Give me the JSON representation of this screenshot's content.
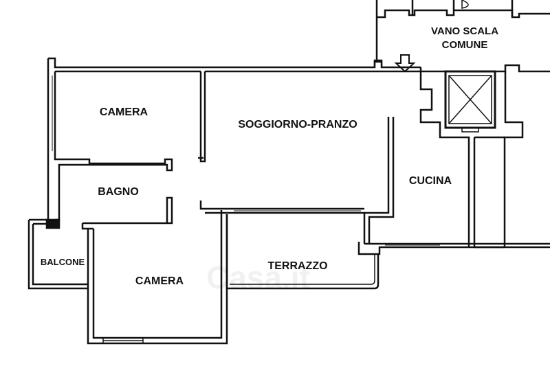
{
  "rooms": {
    "camera_top": "CAMERA",
    "soggiorno": "SOGGIORNO-PRANZO",
    "bagno": "BAGNO",
    "cucina": "CUCINA",
    "balcone": "BALCONE",
    "camera_bottom": "CAMERA",
    "terrazzo": "TERRAZZO",
    "vano_scala_line1": "VANO SCALA",
    "vano_scala_line2": "COMUNE"
  },
  "watermark": "Casa.it",
  "colors": {
    "wall": "#111111",
    "background": "#ffffff"
  }
}
